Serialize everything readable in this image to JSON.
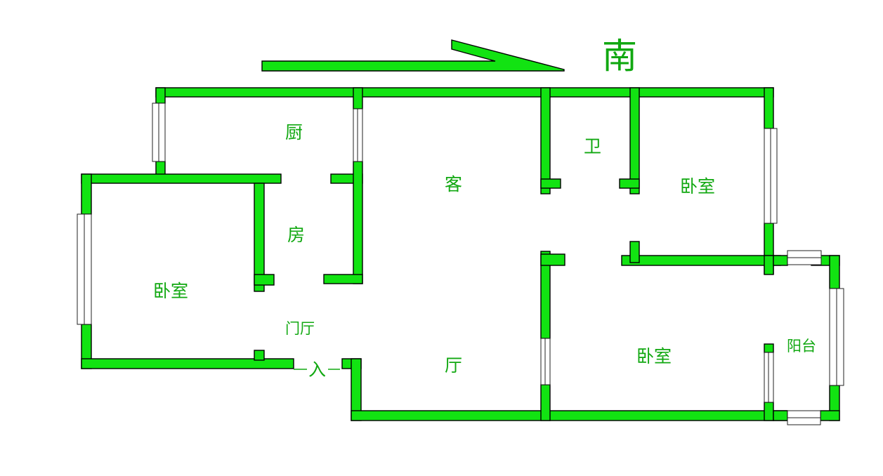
{
  "compass": {
    "direction_label": "南",
    "arrow_color": "#12e312"
  },
  "rooms": {
    "kitchen_top": "厨",
    "kitchen_bottom": "房",
    "living_top": "客",
    "living_bottom": "厅",
    "bathroom": "卫",
    "bedroom_west": "卧室",
    "bedroom_northeast": "卧室",
    "bedroom_southeast": "卧室",
    "foyer": "门厅",
    "balcony": "阳台"
  },
  "entrance": {
    "label": "入"
  },
  "colors": {
    "wall": "#12e312",
    "label": "#11a811",
    "background": "#ffffff"
  }
}
